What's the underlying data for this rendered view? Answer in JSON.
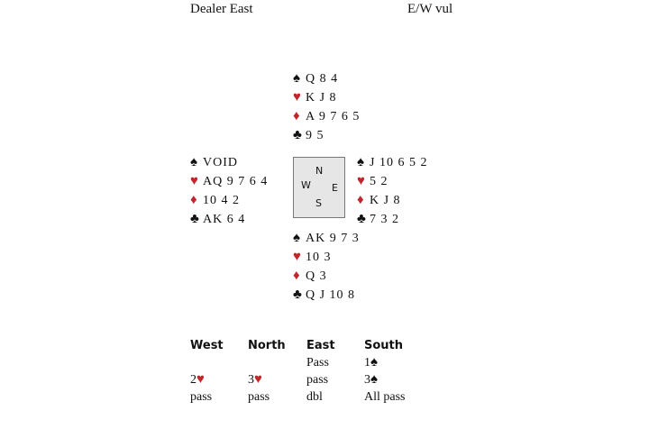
{
  "header": {
    "dealer": "Dealer East",
    "vul": "E/W vul"
  },
  "hands": {
    "north": {
      "spades": "Q 8  4",
      "hearts": "K J  8",
      "diamonds": "A 9  7  6  5",
      "clubs": "9 5"
    },
    "west": {
      "spades": "VOID",
      "hearts": "AQ 9  7  6 4",
      "diamonds": "10 4  2",
      "clubs": "AK  6  4"
    },
    "east": {
      "spades": "J 10 6  5  2",
      "hearts": "5 2",
      "diamonds": "K J  8",
      "clubs": "7 3  2"
    },
    "south": {
      "spades": "AK 9  7  3",
      "hearts": "10 3",
      "diamonds": "Q 3",
      "clubs": "Q J 10 8"
    }
  },
  "compass": {
    "n": "N",
    "w": "W",
    "e": "E",
    "s": "S"
  },
  "auction": {
    "headers": [
      "West",
      "North",
      "East",
      "South"
    ],
    "rows": [
      [
        "",
        "",
        "Pass",
        "1"
      ],
      [
        "2",
        "3",
        "pass",
        "3"
      ],
      [
        "pass",
        "pass",
        "dbl",
        "All pass"
      ]
    ]
  },
  "colors": {
    "red": "#c0272d"
  }
}
